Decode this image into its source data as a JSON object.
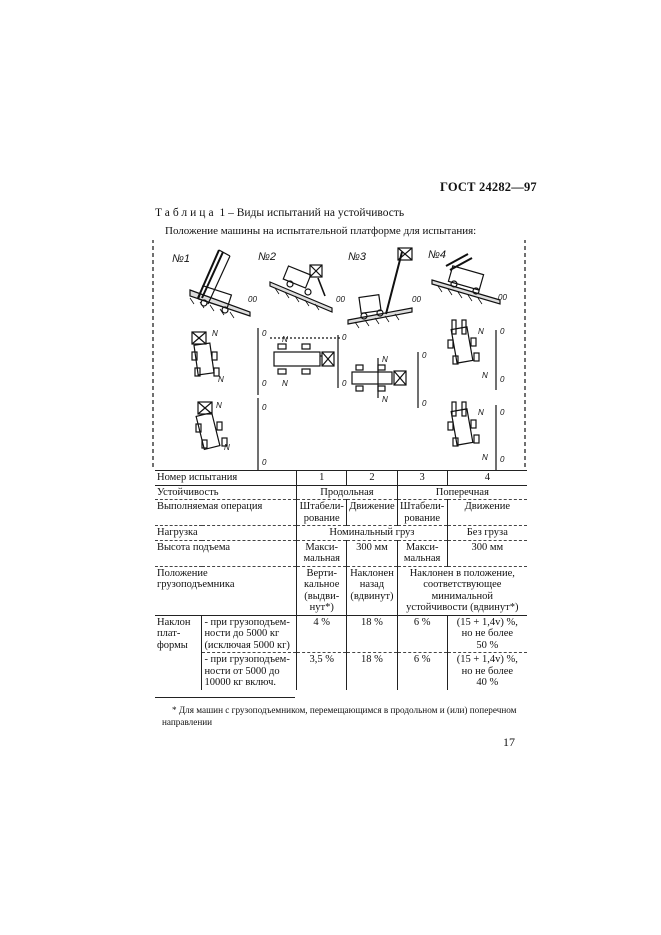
{
  "header": {
    "doc_code": "ГОСТ 24282—97"
  },
  "table": {
    "caption_word": "Таблица",
    "caption_rest": " 1 – Виды испытаний на устойчивость",
    "figure_heading": "Положение машины на испытательной платформе для испытания:",
    "figure_labels": [
      "№1",
      "№2",
      "№3",
      "№4"
    ],
    "marks": {
      "oo": "00",
      "o": "0",
      "n": "N"
    },
    "rows": {
      "test_number": {
        "label": "Номер испытания",
        "v1": "1",
        "v2": "2",
        "v3": "3",
        "v4": "4"
      },
      "stability": {
        "label": "Устойчивость",
        "long": "Продольная",
        "trans": "Поперечная"
      },
      "operation": {
        "label": "Выполняемая операция",
        "v1": "Штабели-\nрование",
        "v2": "Движение",
        "v3": "Штабели-\nрование",
        "v4": "Движение"
      },
      "load": {
        "label": "Нагрузка",
        "nominal": "Номинальный груз",
        "none": "Без груза"
      },
      "height": {
        "label": "Высота подъема",
        "v1": "Макси-\nмальная",
        "v2": "300 мм",
        "v3": "Макси-\nмальная",
        "v4": "300 мм"
      },
      "position": {
        "label": "Положение\nгрузоподъемника",
        "v1": "Верти-\nкальное\n(выдви-\nнут*)",
        "v2": "Наклонен\nназад\n(вдвинут)",
        "v34": "Наклонен в положение,\nсоответствующее\nминимальной\nустойчивости (вдвинут*)"
      },
      "tilt": {
        "label": "Наклон\nплат-\nформы",
        "sub1": {
          "label": "- при грузоподъем-\nности до 5000 кг\n(исключая 5000 кг)",
          "v1": "4 %",
          "v2": "18 %",
          "v3": "6 %",
          "v4": "(15 + 1,4v) %,\nно не более\n50 %"
        },
        "sub2": {
          "label": "- при грузоподъем-\nности от 5000 до\n10000 кг включ.",
          "v1": "3,5 %",
          "v2": "18 %",
          "v3": "6 %",
          "v4": "(15 + 1,4v) %,\nно не более\n40 %"
        }
      }
    }
  },
  "footnote": "* Для машин с грузоподъемником, перемещающимся в продольном и (или) поперечном направлении",
  "page_number": "17"
}
